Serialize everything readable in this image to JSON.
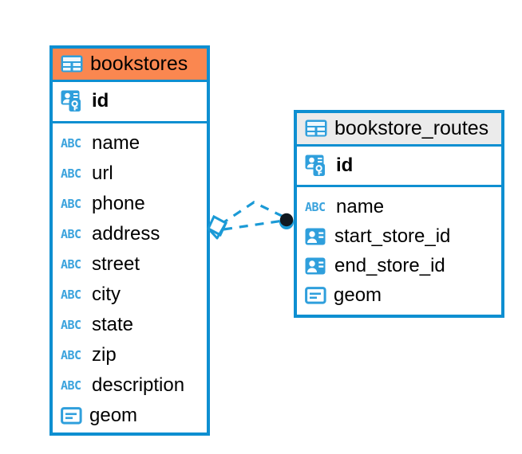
{
  "diagram": {
    "type": "entity-relationship-diagram",
    "background_color": "#ffffff",
    "accent_color": "#0e8fd1",
    "highlight_color": "#fa8750",
    "header_grey": "#ebebeb"
  },
  "entities": [
    {
      "name": "bookstores",
      "header_style": "orange",
      "table_icon": "table-icon",
      "primary_keys": [
        {
          "label": "id",
          "icon": "primary-key-icon"
        }
      ],
      "fields": [
        {
          "label": "name",
          "icon": "abc-text-icon"
        },
        {
          "label": "url",
          "icon": "abc-text-icon"
        },
        {
          "label": "phone",
          "icon": "abc-text-icon"
        },
        {
          "label": "address",
          "icon": "abc-text-icon"
        },
        {
          "label": "street",
          "icon": "abc-text-icon"
        },
        {
          "label": "city",
          "icon": "abc-text-icon"
        },
        {
          "label": "state",
          "icon": "abc-text-icon"
        },
        {
          "label": "zip",
          "icon": "abc-text-icon"
        },
        {
          "label": "description",
          "icon": "abc-text-icon"
        },
        {
          "label": "geom",
          "icon": "blob-geometry-icon"
        }
      ]
    },
    {
      "name": "bookstore_routes",
      "header_style": "grey",
      "table_icon": "table-icon",
      "primary_keys": [
        {
          "label": "id",
          "icon": "primary-key-icon"
        }
      ],
      "fields": [
        {
          "label": "name",
          "icon": "abc-text-icon"
        },
        {
          "label": "start_store_id",
          "icon": "foreign-key-icon"
        },
        {
          "label": "end_store_id",
          "icon": "foreign-key-icon"
        },
        {
          "label": "geom",
          "icon": "blob-geometry-icon"
        }
      ]
    }
  ],
  "relationships": {
    "line_style": "dashed",
    "line_color": "#1b9ad6",
    "source_marker": "diamond-marker",
    "target_marker": "filled-circle-marker",
    "edges": 2
  }
}
